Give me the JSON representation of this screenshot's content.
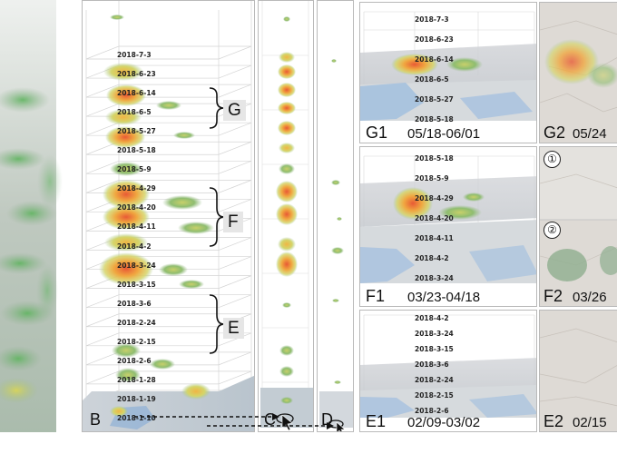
{
  "panels": {
    "B": {
      "label": "B"
    },
    "C": {
      "label": "C"
    },
    "D": {
      "label": "D"
    },
    "G1": {
      "label": "G1",
      "range": "05/18-06/01"
    },
    "G2": {
      "label": "G2",
      "range": "05/24"
    },
    "F1": {
      "label": "F1",
      "range": "03/23-04/18"
    },
    "F2": {
      "label": "F2",
      "range": "03/26"
    },
    "E1": {
      "label": "E1",
      "range": "02/09-03/02"
    },
    "E2": {
      "label": "E2",
      "range": "02/15"
    }
  },
  "braces": {
    "G": "G",
    "F": "F",
    "E": "E"
  },
  "b_dates": [
    "2018-7-3",
    "2018-6-23",
    "2018-6-14",
    "2018-6-5",
    "2018-5-27",
    "2018-5-18",
    "2018-5-9",
    "2018-4-29",
    "2018-4-20",
    "2018-4-11",
    "2018-4-2",
    "2018-3-24",
    "2018-3-15",
    "2018-3-6",
    "2018-2-24",
    "2018-2-15",
    "2018-2-6",
    "2018-1-28",
    "2018-1-19",
    "2018-1-10"
  ],
  "g1_dates": [
    "2018-7-3",
    "2018-6-23",
    "2018-6-14",
    "2018-6-5",
    "2018-5-27",
    "2018-5-18"
  ],
  "f1_dates": [
    "2018-5-18",
    "2018-5-9",
    "2018-4-29",
    "2018-4-20",
    "2018-4-11",
    "2018-4-2",
    "2018-3-24"
  ],
  "e1_dates": [
    "2018-4-2",
    "2018-3-24",
    "2018-3-15",
    "2018-3-6",
    "2018-2-24",
    "2018-2-15",
    "2018-2-6"
  ],
  "markers": {
    "one": "①",
    "two": "②"
  }
}
